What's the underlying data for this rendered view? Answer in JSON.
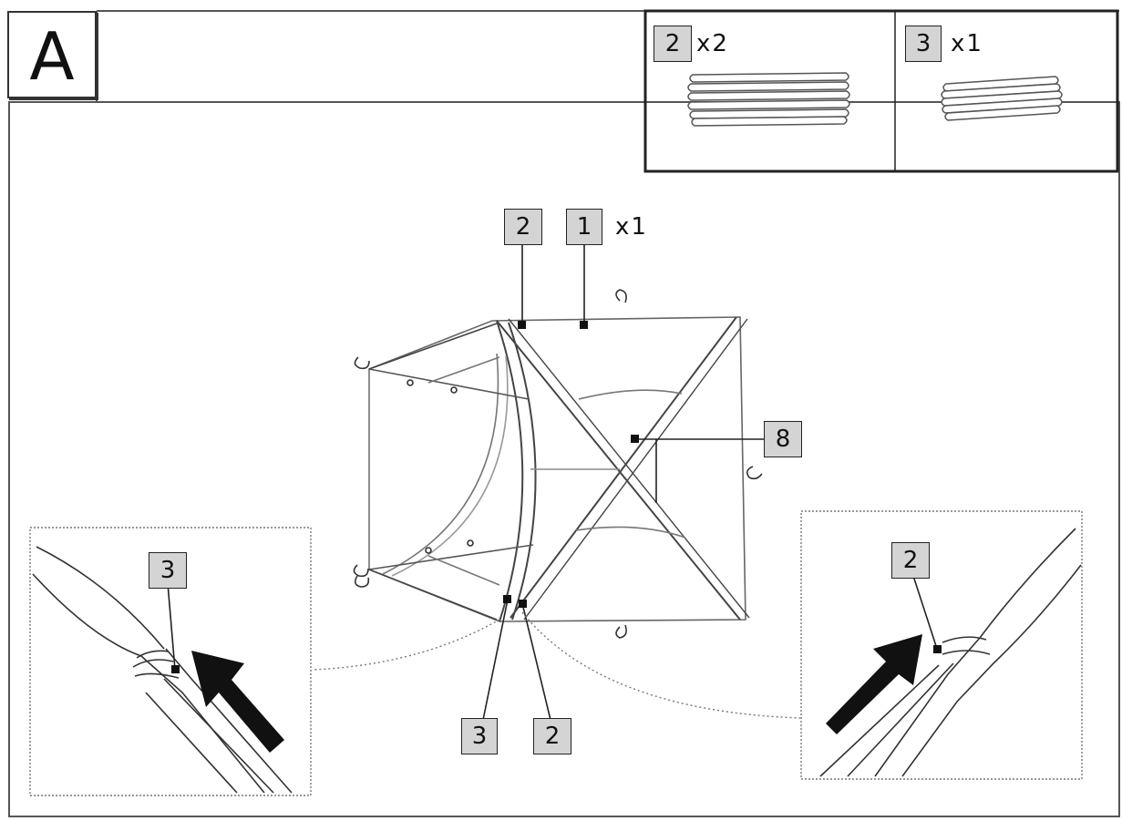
{
  "step_letter": "A",
  "parts_box": {
    "items": [
      {
        "part": "2",
        "qty": "x2",
        "icon": "pole-bundle-icon"
      },
      {
        "part": "3",
        "qty": "x1",
        "icon": "pole-bundle-icon"
      }
    ]
  },
  "main": {
    "callout_2_top": "2",
    "callout_1": "1",
    "callout_1_qty": "x1",
    "callout_8": "8",
    "callout_3_bottom": "3",
    "callout_2_bottom": "2"
  },
  "detail_left": {
    "callout": "3",
    "icon": "arrow-icon"
  },
  "detail_right": {
    "callout": "2",
    "icon": "arrow-icon"
  },
  "colors": {
    "line": "#222222",
    "label_fill": "#d4d4d4",
    "background": "#ffffff"
  }
}
